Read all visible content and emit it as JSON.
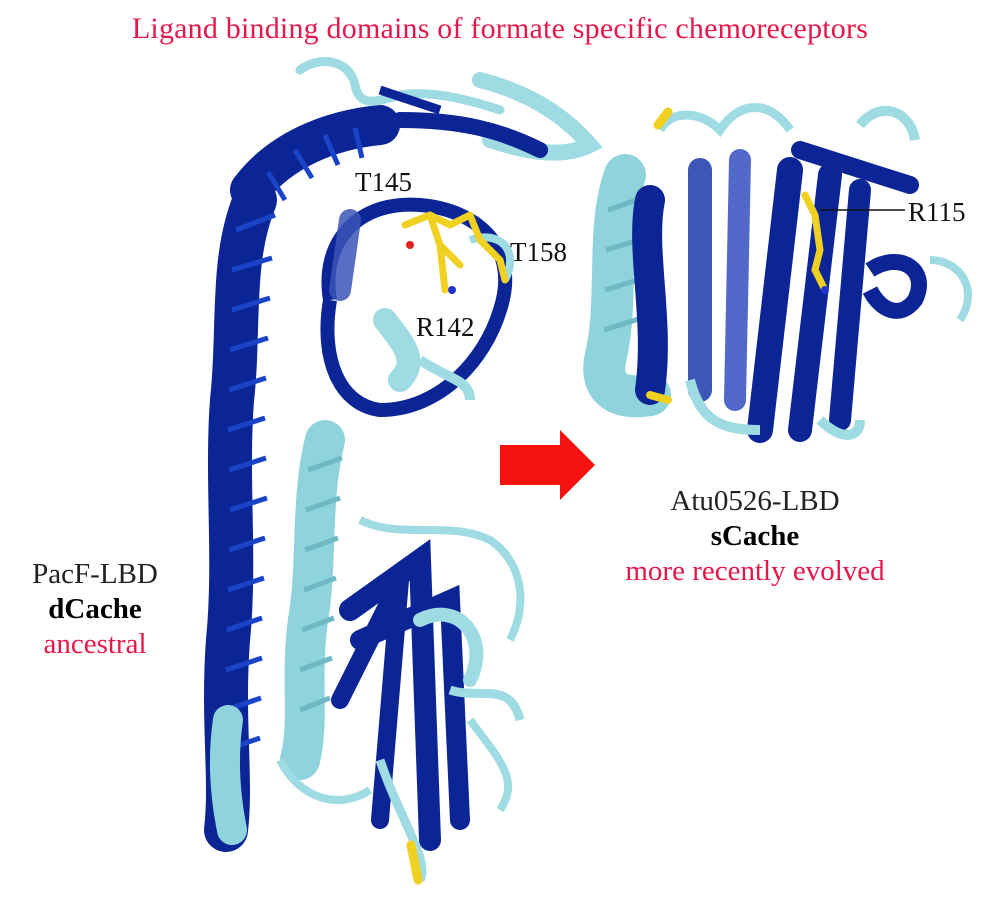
{
  "title": "Ligand binding domains of formate specific chemoreceptors",
  "colors": {
    "title": "#e8174a",
    "helix_dark": "#0b2596",
    "helix_light": "#8fd4dd",
    "loop": "#9fdbe3",
    "ligand": "#f0d020",
    "arrow": "#f5120f"
  },
  "left_structure": {
    "name": "PacF-LBD",
    "fold": "dCache",
    "note": "ancestral",
    "residues": [
      "T145",
      "T158",
      "R142"
    ]
  },
  "right_structure": {
    "name": "Atu0526-LBD",
    "fold": "sCache",
    "note": "more recently evolved",
    "residues": [
      "R115"
    ]
  },
  "arrow_icon": "right-arrow-icon"
}
